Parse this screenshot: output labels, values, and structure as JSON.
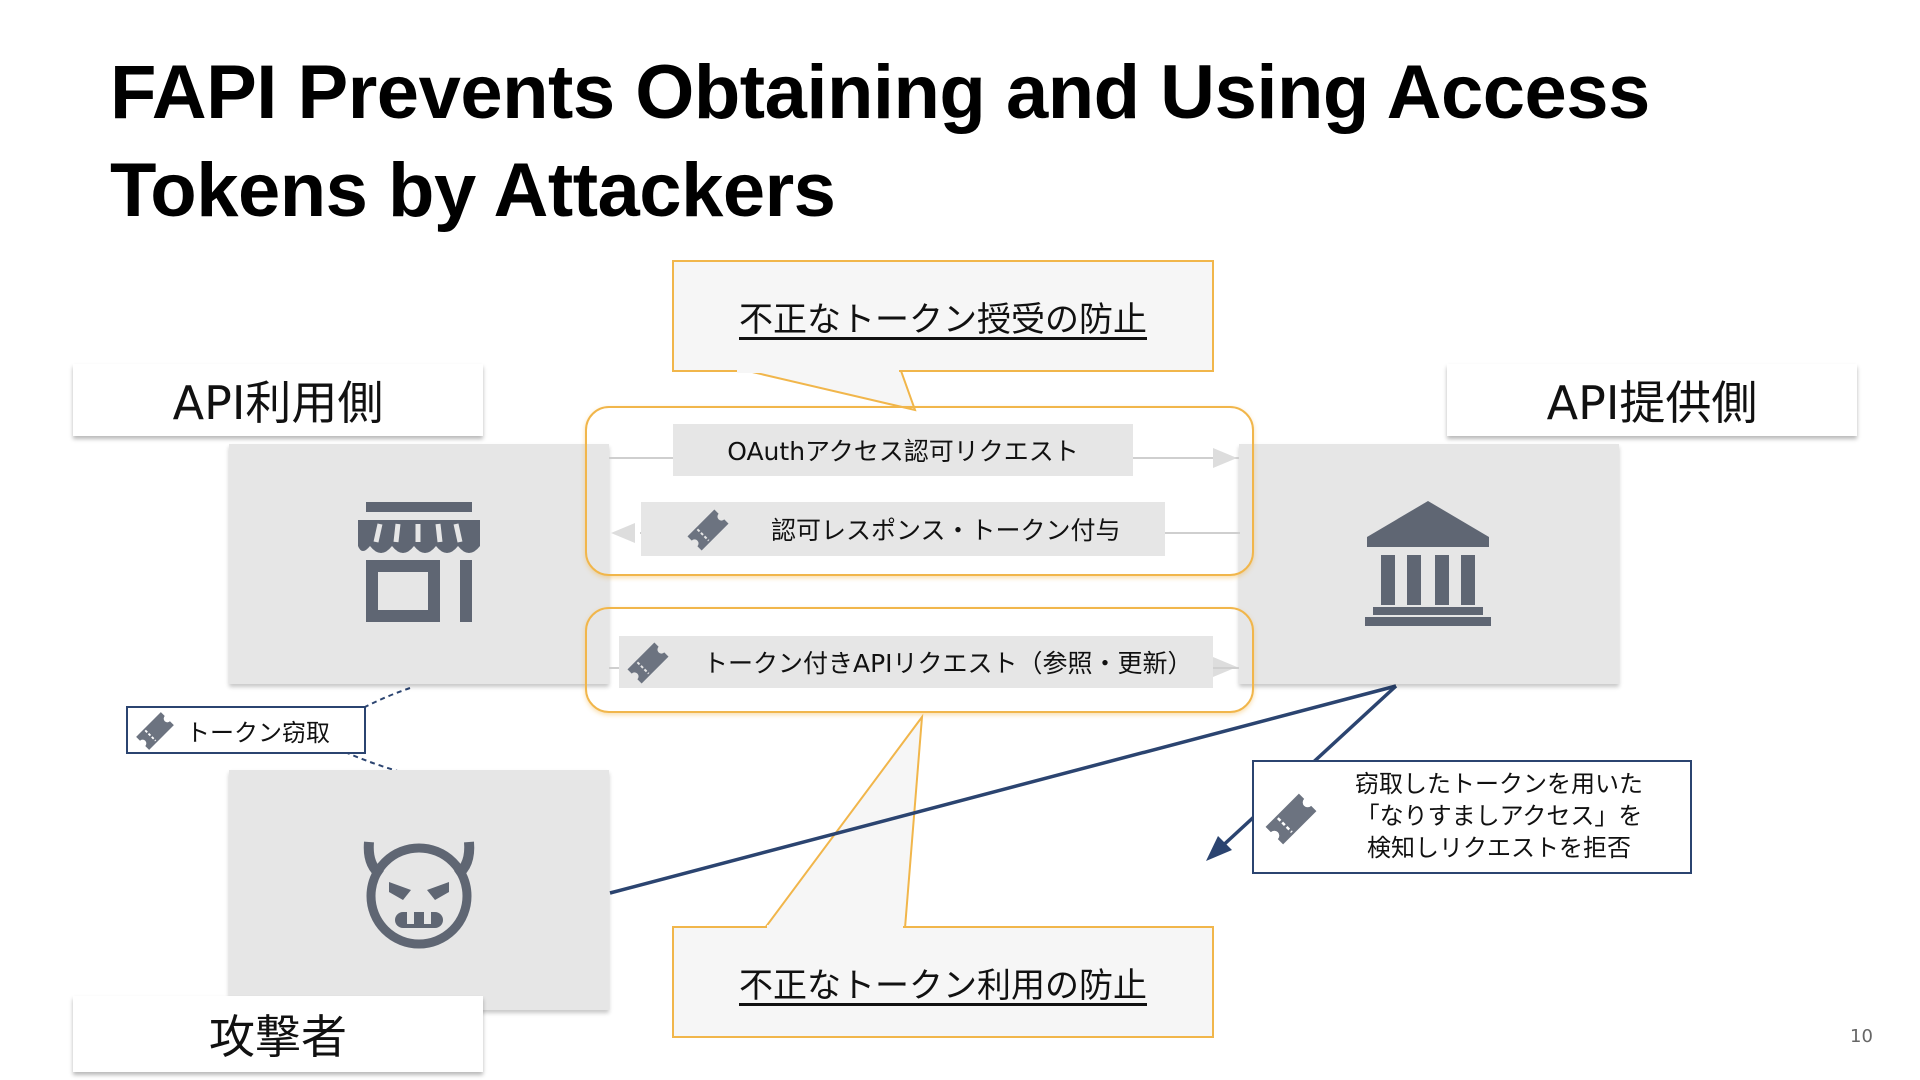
{
  "title": "FAPI Prevents Obtaining and Using Access Tokens by Attackers",
  "actors": {
    "client": "API利用側",
    "provider": "API提供側",
    "attacker": "攻撃者"
  },
  "callouts": {
    "top": "不正なトークン授受の防止",
    "bottom": "不正なトークン利用の防止"
  },
  "messages": {
    "auth_request": "OAuthアクセス認可リクエスト",
    "auth_response": "認可レスポンス・トークン付与",
    "api_request": "トークン付きAPIリクエスト（参照・更新）"
  },
  "theft_label": "トークン窃取",
  "rejection_note": {
    "line1": "窃取したトークンを用いた",
    "line2": "「なりすましアクセス」を",
    "line3": "検知しリクエストを拒否"
  },
  "icons": {
    "client": "store-icon",
    "provider": "bank-icon",
    "attacker": "devil-face-icon",
    "token": "ticket-icon"
  },
  "colors": {
    "accent_orange": "#f1b64b",
    "icon_gray": "#5f6673",
    "navy": "#2b4470",
    "box_gray": "#e6e6e6"
  },
  "page_number": "10"
}
